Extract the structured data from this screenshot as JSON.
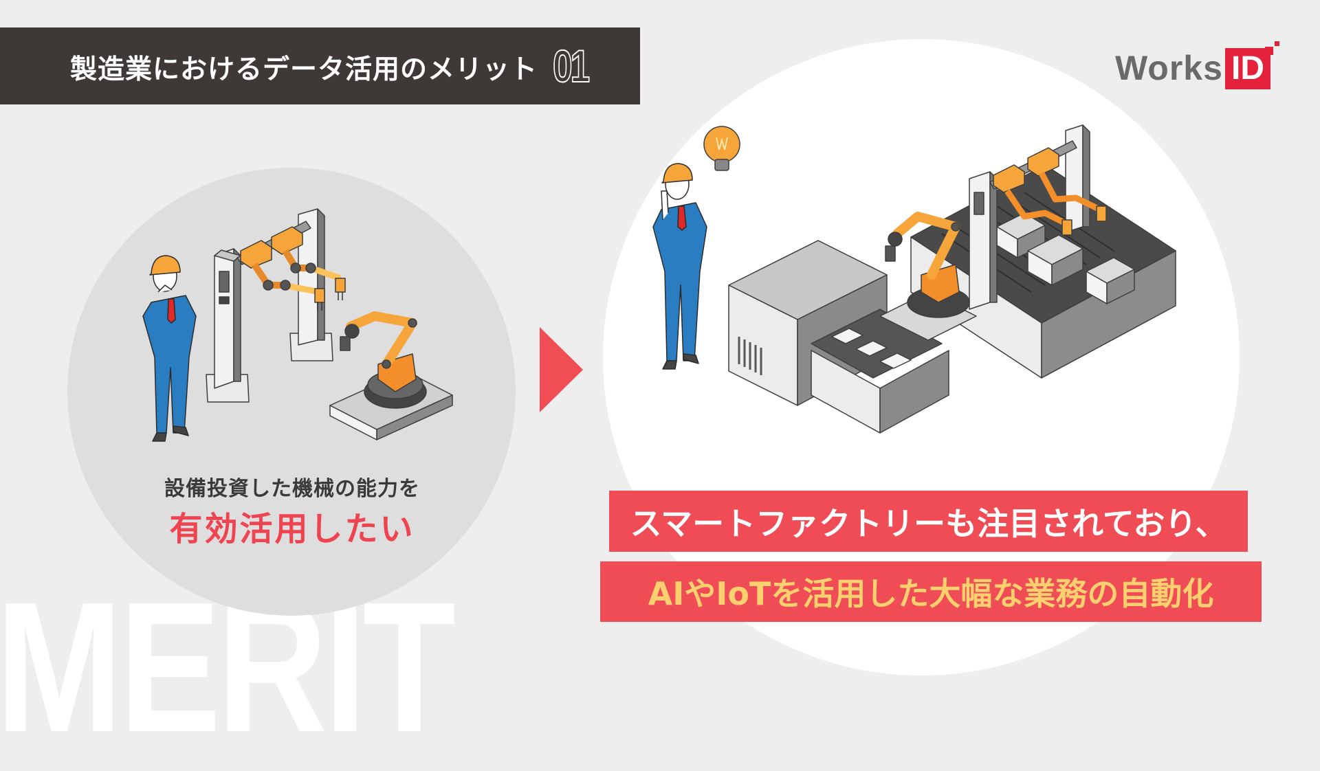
{
  "header": {
    "title": "製造業におけるデータ活用のメリット",
    "number": "01"
  },
  "logo": {
    "works": "Works",
    "id": "ID",
    "brand_color": "#e3213a"
  },
  "background_text": "MERIT",
  "left_panel": {
    "line1": "設備投資した機械の能力を",
    "line2": "有効活用したい",
    "illustration": "worker-with-robot-arms"
  },
  "arrow": {
    "icon": "triangle-right-icon",
    "color": "#f04d55"
  },
  "right_panel": {
    "illustration": "smart-factory-with-lightbulb",
    "banner1": "スマートファクトリーも注目されており、",
    "banner2": "AIやIoTを活用した大幅な業務の自動化"
  },
  "colors": {
    "background": "#eeeeee",
    "title_bar": "#3e3837",
    "accent_red": "#ef4c55",
    "highlight_yellow": "#fcd06e",
    "suit_blue": "#2a7dc0",
    "robot_orange": "#f6a53a"
  }
}
